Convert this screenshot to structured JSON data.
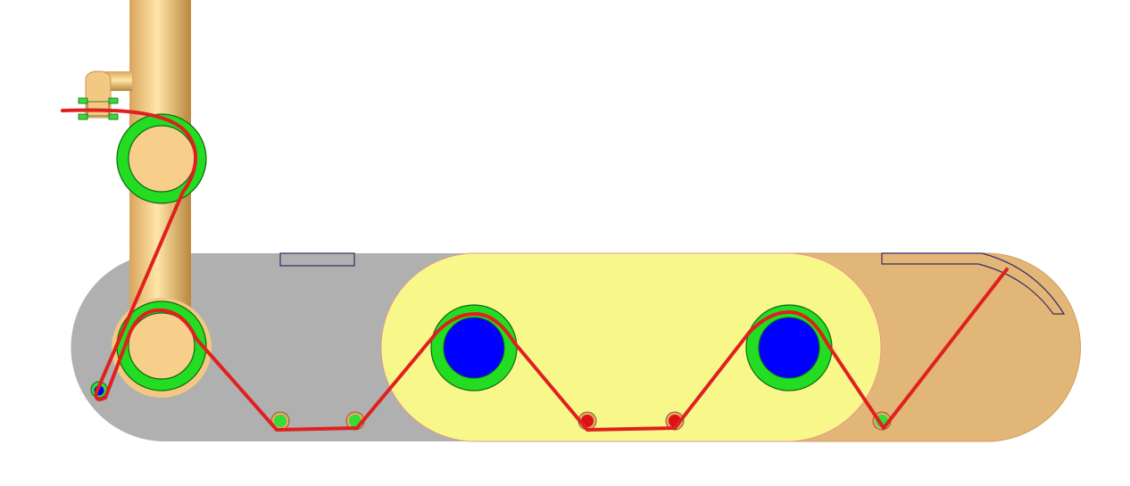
{
  "diagram": {
    "colors": {
      "background": "#ffffff",
      "housing_gray": "#b0b0b0",
      "heat_zone_yellow": "#f8f88a",
      "housing_tan": "#e2b676",
      "column_tan": "#f2c882",
      "roller_ring": "#22dd22",
      "roller_core_blue": "#0000ff",
      "roller_core_tan": "#f7cf8a",
      "idler_green": "#33dd33",
      "idler_red": "#dd1111",
      "web_path": "#e02020",
      "outline": "#3a2a6a"
    },
    "components": {
      "column": "vertical-tan-column",
      "inlet_guide": "inlet-guide-bracket",
      "upper_roller": "tan-roller-green-ring",
      "lower_roller": "tan-roller-green-ring",
      "heated_rollers": [
        "blue-roller-green-ring",
        "blue-roller-green-ring"
      ],
      "green_idlers": 3,
      "red_idlers": 2,
      "small_blue_idler": 1
    }
  }
}
